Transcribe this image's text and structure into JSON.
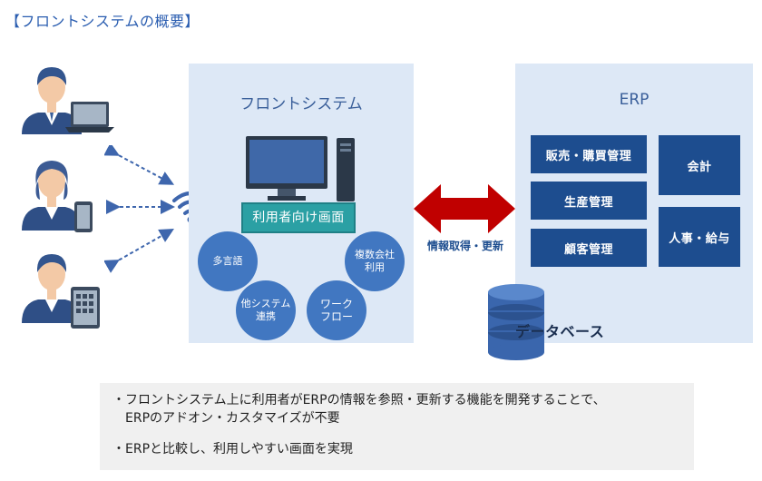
{
  "title": "【フロントシステムの概要】",
  "front_system": {
    "title": "フロントシステム",
    "screen_label": "利用者向け画面",
    "features": {
      "multilang": "多言語",
      "other_system": "他システム\n連携",
      "workflow": "ワーク\nフロー",
      "multi_company": "複数会社\n利用"
    }
  },
  "exchange_label": "情報取得・更新",
  "erp": {
    "title": "ERP",
    "modules": {
      "sales": "販売・購買管理",
      "production": "生産管理",
      "customer": "顧客管理",
      "accounting": "会計",
      "hr": "人事・給与"
    }
  },
  "database_label": "データベース",
  "notes": {
    "line1": "・フロントシステム上に利用者がERPの情報を参照・更新する機能を開発することで、",
    "line2": "　ERPのアドオン・カスタマイズが不要",
    "line3": "・ERPと比較し、利用しやすい画面を実現"
  },
  "colors": {
    "panel_bg": "#dde8f6",
    "erp_box": "#1d4d8f",
    "feature_circle": "#4177c1",
    "screen_label": "#2ba0a4",
    "exchange_arrow": "#c00000",
    "title": "#2a5db0"
  },
  "icons": [
    "user-laptop-icon",
    "user-phone-icon",
    "user-tablet-icon",
    "wifi-icon",
    "desktop-computer-icon",
    "database-icon",
    "double-arrow-icon"
  ]
}
